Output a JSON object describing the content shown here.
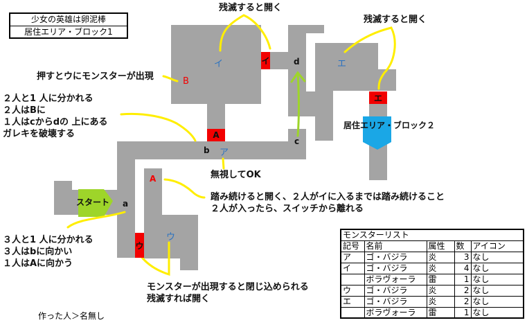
{
  "title": {
    "line1": "少女の英雄は卵泥棒",
    "line2": "居住エリア・ブロック1"
  },
  "map": {
    "start": "スタート",
    "exit": "居住エリア・ブロック２",
    "points": {
      "a": "a",
      "b": "b",
      "c": "c",
      "d": "d"
    },
    "switches": {
      "A_top": "A",
      "A_low": "A",
      "B": "B"
    },
    "doors": {
      "i": "イ",
      "u": "ウ",
      "e": "エ"
    },
    "monsters": {
      "a": "ア",
      "i": "イ",
      "u": "ウ",
      "e": "エ"
    }
  },
  "notes": {
    "top_i": "残滅すると開く",
    "top_e": "残滅すると開く",
    "b_switch": "押すとウにモンスターが出現",
    "split2": [
      "２人と1 人に分かれる",
      "２人はBに",
      "１人はcからdの 上にある",
      "ガレキを破壊する"
    ],
    "ignore": "無視してOK",
    "switch_a": [
      "踏み続けると開く、２人がイに入るまでは踏み続けること",
      "２人が入ったら、スイッチから離れる"
    ],
    "split3": [
      "３人と1 人に分かれる",
      "３人はbに向かい",
      "１人はAに向かう"
    ],
    "u_trap": [
      "モンスターが出現すると閉じ込められる",
      "残滅すれば開く"
    ],
    "author": "作った人＞名無し"
  },
  "monster_list": {
    "title": "モンスターリスト",
    "headers": [
      "記号",
      "名前",
      "属性",
      "数",
      "アイコン"
    ],
    "rows": [
      [
        "ア",
        "ゴ・バジラ",
        "炎",
        "3",
        "なし"
      ],
      [
        "イ",
        "ゴ・バジラ",
        "炎",
        "4",
        "なし"
      ],
      [
        "",
        "ボラヴォーラ",
        "雷",
        "1",
        "なし"
      ],
      [
        "ウ",
        "ゴ・バジラ",
        "炎",
        "2",
        "なし"
      ],
      [
        "エ",
        "ゴ・バジラ",
        "炎",
        "2",
        "なし"
      ],
      [
        "",
        "ボラヴォーラ",
        "雷",
        "1",
        "なし"
      ]
    ]
  },
  "colors": {
    "floor": "#a4a4a4",
    "door": "#f20000",
    "line": "#ffee00",
    "arrow": "#9ed52a",
    "exit": "#1aa7e6",
    "start": "#9ed52a"
  }
}
